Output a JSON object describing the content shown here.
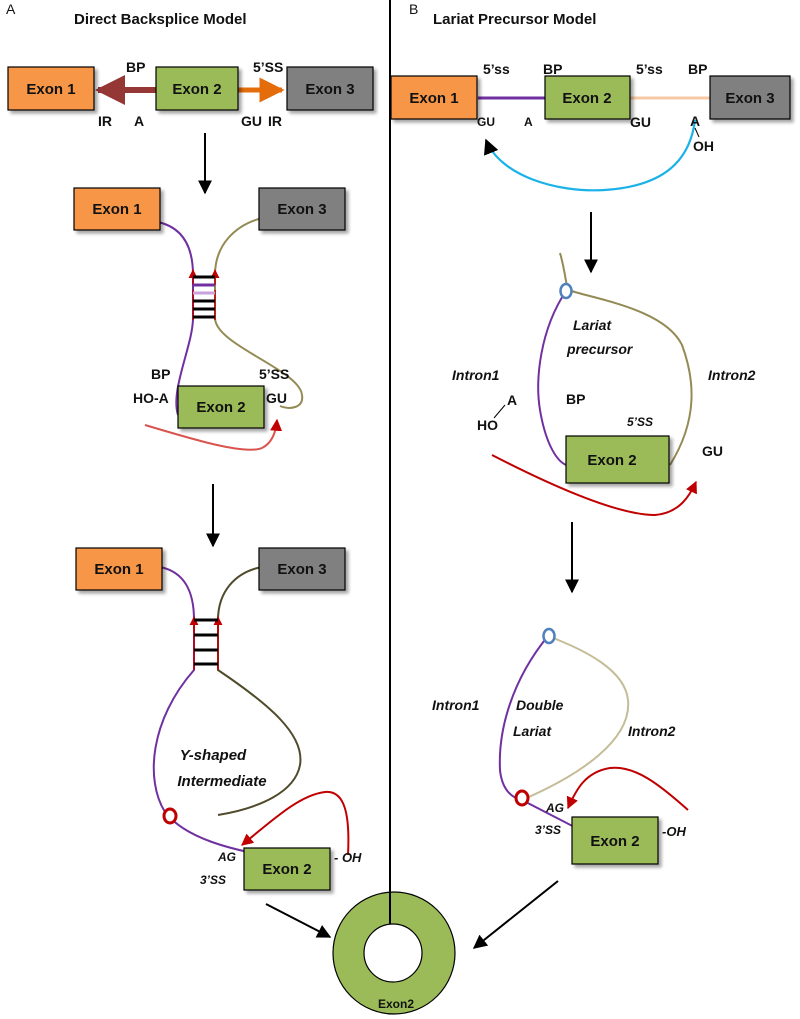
{
  "panels": {
    "a": {
      "letter": "A",
      "title": "Direct Backsplice Model"
    },
    "b": {
      "letter": "B",
      "title": "Lariat Precursor Model"
    }
  },
  "exons": {
    "exon1": "Exon 1",
    "exon2": "Exon 2",
    "exon3": "Exon 3",
    "circ": "Exon2"
  },
  "labels": {
    "bp": "BP",
    "ss5_upper": "5’SS",
    "ss5_lower": "5’ss",
    "ss5_italic": "5’SS",
    "ss3": "3’SS",
    "ir": "IR",
    "a": "A",
    "gu": "GU",
    "ho": "HO",
    "oh": "OH",
    "ho_a": "HO-A",
    "ag": "AG",
    "oh_tail": "- OH",
    "oh_tail2": "-OH",
    "y_shaped_1": "Y-shaped",
    "y_shaped_2": "Intermediate",
    "lariat_1": "Lariat",
    "lariat_2": "precursor",
    "intron1": "Intron1",
    "intron2": "Intron2",
    "double_1": "Double",
    "double_2": "Lariat"
  },
  "colors": {
    "exon1": "#f79646",
    "exon2": "#9bbb59",
    "exon3": "#808080",
    "intron_purple": "#7030a0",
    "intron_olive": "#948a54",
    "arrow_red": "#c00000",
    "cyan": "#1ab2e8",
    "circle_blue": "#4f81bd"
  }
}
